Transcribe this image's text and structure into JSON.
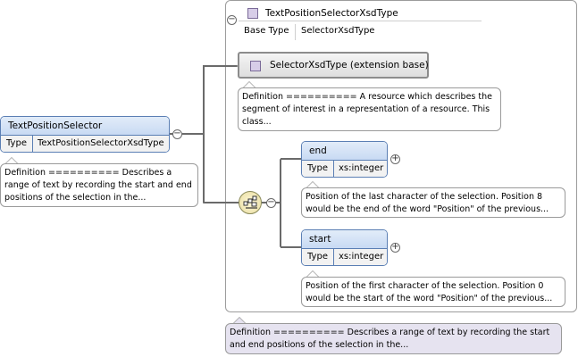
{
  "root_element": {
    "name": "TextPositionSelector",
    "type_key": "Type",
    "type_value": "TextPositionSelectorXsdType",
    "doc": "Definition ========== Describes a range of text by recording the start and end positions of the selection in the..."
  },
  "complex_type": {
    "title": "TextPositionSelectorXsdType",
    "base_key": "Base Type",
    "base_value": "SelectorXsdType",
    "extension_label": "SelectorXsdType (extension base)",
    "extension_doc": "Definition ========== A resource which describes the segment of interest in a representation of a resource. This class...",
    "doc": "Definition ========== Describes a range of text by recording the start and end positions of the selection in the..."
  },
  "children": [
    {
      "name": "end",
      "type_key": "Type",
      "type_value": "xs:integer",
      "doc": "Position of the last character of the selection. Position 8 would be the end of the word \"Position\" of the previous..."
    },
    {
      "name": "start",
      "type_key": "Type",
      "type_value": "xs:integer",
      "doc": "Position of the first character of the selection. Position 0 would be the start of the word \"Position\" of the previous..."
    }
  ],
  "toggles": {
    "collapse": "−",
    "expand": "+"
  },
  "colors": {
    "element_header": "#c8daf3",
    "element_border": "#5b7fb4",
    "type_icon": "#d7cde8",
    "doc_shaded": "#e6e3f0"
  }
}
